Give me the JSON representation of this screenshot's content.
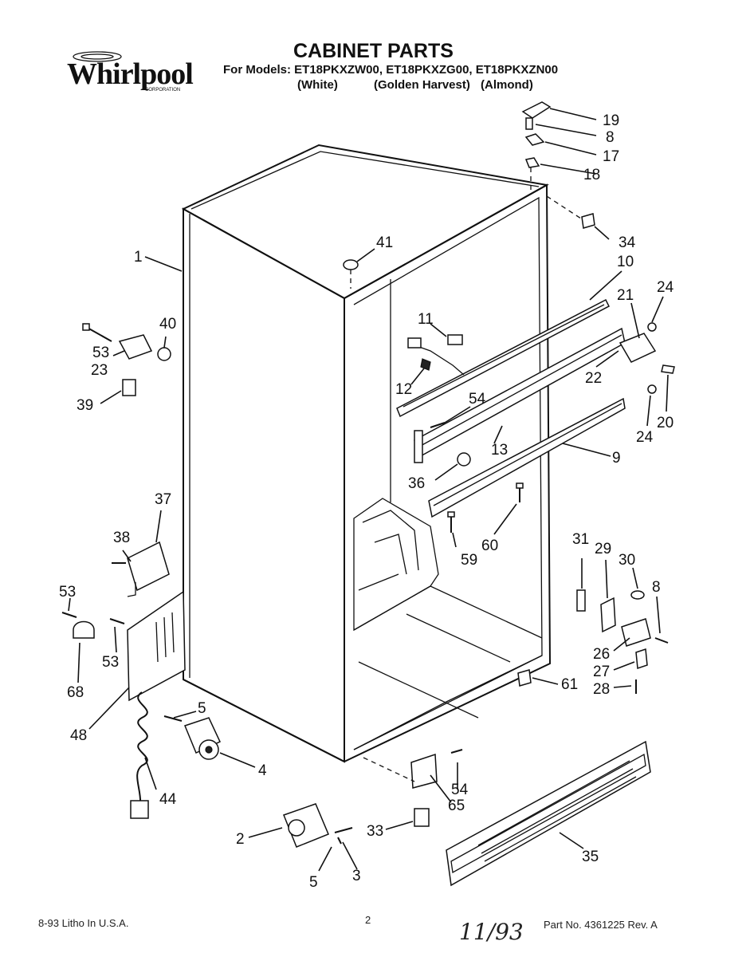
{
  "header": {
    "logo_text": "Whirlpool",
    "logo_small": "CORPORATION",
    "title": "CABINET PARTS",
    "models_line": "For Models: ET18PKXZW00, ET18PKXZG00, ET18PKXZN00",
    "color_white": "(White)",
    "color_golden": "(Golden Harvest)",
    "color_almond": "(Almond)"
  },
  "callouts": {
    "c1": "1",
    "c2": "2",
    "c3": "3",
    "c4": "4",
    "c5a": "5",
    "c5b": "5",
    "c8a": "8",
    "c8b": "8",
    "c9": "9",
    "c10": "10",
    "c11": "11",
    "c12": "12",
    "c13": "13",
    "c17": "17",
    "c18": "18",
    "c19": "19",
    "c20": "20",
    "c21": "21",
    "c22": "22",
    "c23": "23",
    "c24a": "24",
    "c24b": "24",
    "c26": "26",
    "c27": "27",
    "c28": "28",
    "c29": "29",
    "c30": "30",
    "c31": "31",
    "c33": "33",
    "c34": "34",
    "c35": "35",
    "c36": "36",
    "c37": "37",
    "c38": "38",
    "c39": "39",
    "c40": "40",
    "c41": "41",
    "c44": "44",
    "c48": "48",
    "c53a": "53",
    "c53b": "53",
    "c53c": "53",
    "c54a": "54",
    "c54b": "54",
    "c59": "59",
    "c60": "60",
    "c61": "61",
    "c65": "65",
    "c68": "68"
  },
  "footer": {
    "litho": "8-93 Litho In U.S.A.",
    "page": "2",
    "handwritten": "11/93",
    "part_no": "Part No. 4361225 Rev. A"
  }
}
